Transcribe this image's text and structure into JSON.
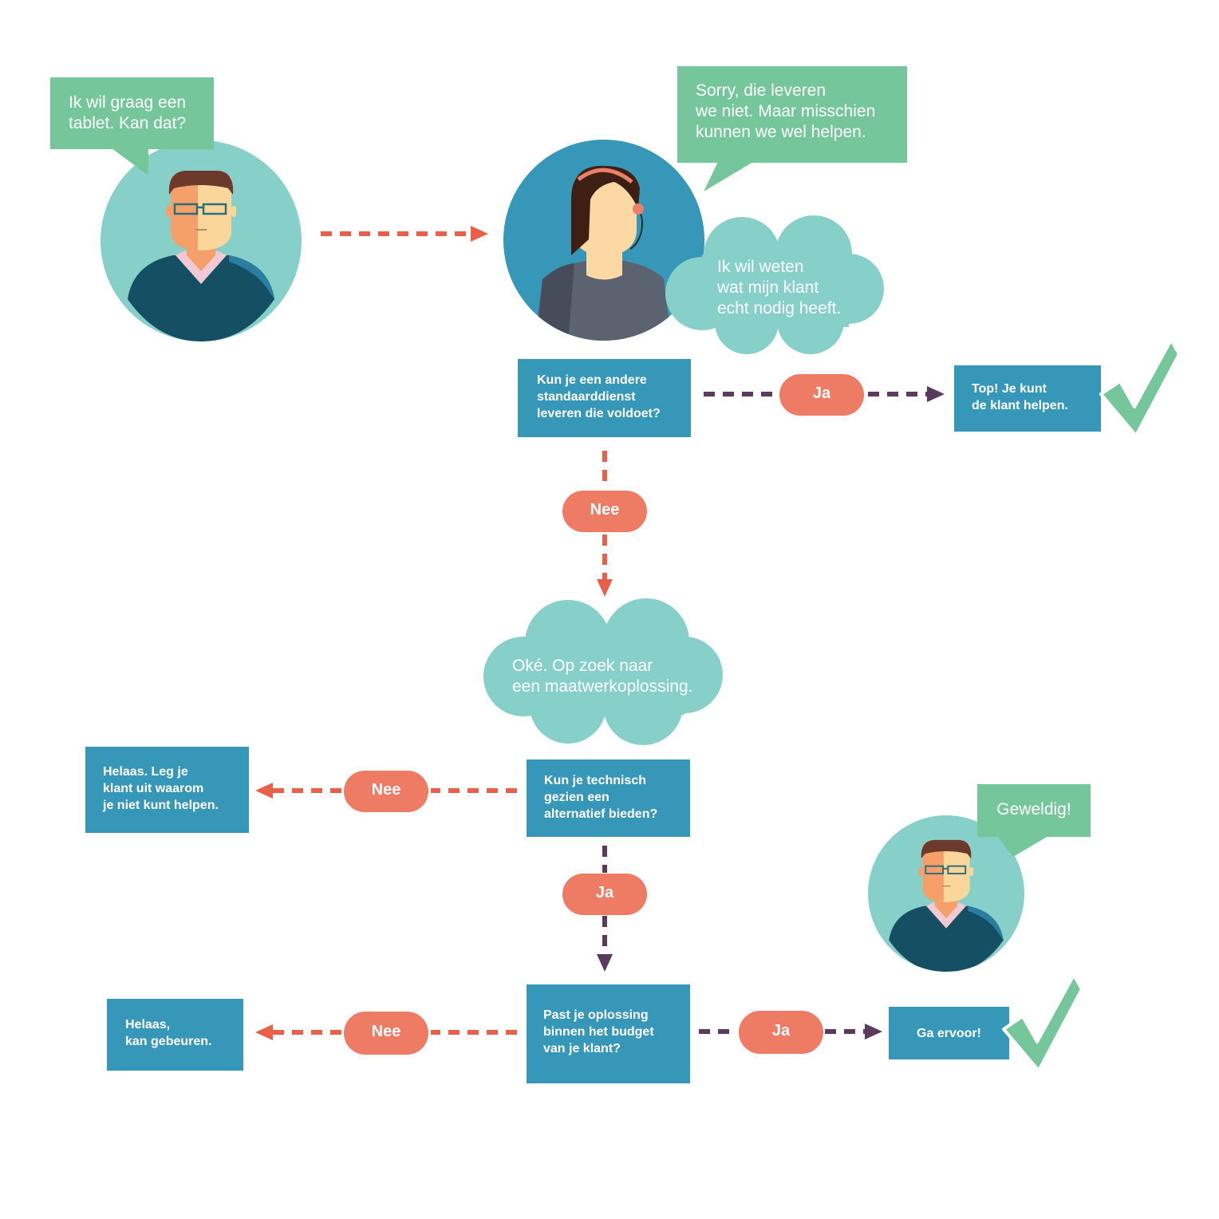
{
  "speech": {
    "customer_request": "Ik wil graag een\ntablet. Kan dat?",
    "agent_reply": "Sorry, die leveren\nwe niet. Maar misschien\nkunnen we wel helpen.",
    "customer_final": "Geweldig!"
  },
  "thoughts": {
    "agent_thought": "Ik wil weten\nwat mijn klant\necht nodig heeft.",
    "custom_solution": "Oké. Op zoek naar\neen maatwerkoplossing."
  },
  "boxes": {
    "q_standard_service": "Kun je een andere\nstandaarddienst\nleveren die voldoet?",
    "r_top": "Top! Je kunt\nde klant helpen.",
    "q_technical": "Kun je technisch\ngezien een\nalternatief bieden?",
    "r_explain": "Helaas. Leg je\nklant uit waarom\nje niet kunt helpen.",
    "q_budget": "Past je oplossing\nbinnen het budget\nvan je klant?",
    "r_unfortunate": "Helaas,\nkan gebeuren.",
    "r_go": "Ga ervoor!"
  },
  "labels": {
    "ja": "Ja",
    "nee": "Nee"
  },
  "colors": {
    "speech_green": "#75c69b",
    "cloud_teal": "#86d0c9",
    "box_blue": "#3797b8",
    "pill_coral": "#ee7b64",
    "arrow_red": "#e8604a",
    "arrow_purple": "#5c3a5e",
    "check_green": "#75c69b"
  },
  "icons": {
    "customer_avatar": "man-with-glasses-avatar",
    "agent_avatar": "woman-with-headset-avatar",
    "check": "checkmark-icon"
  }
}
